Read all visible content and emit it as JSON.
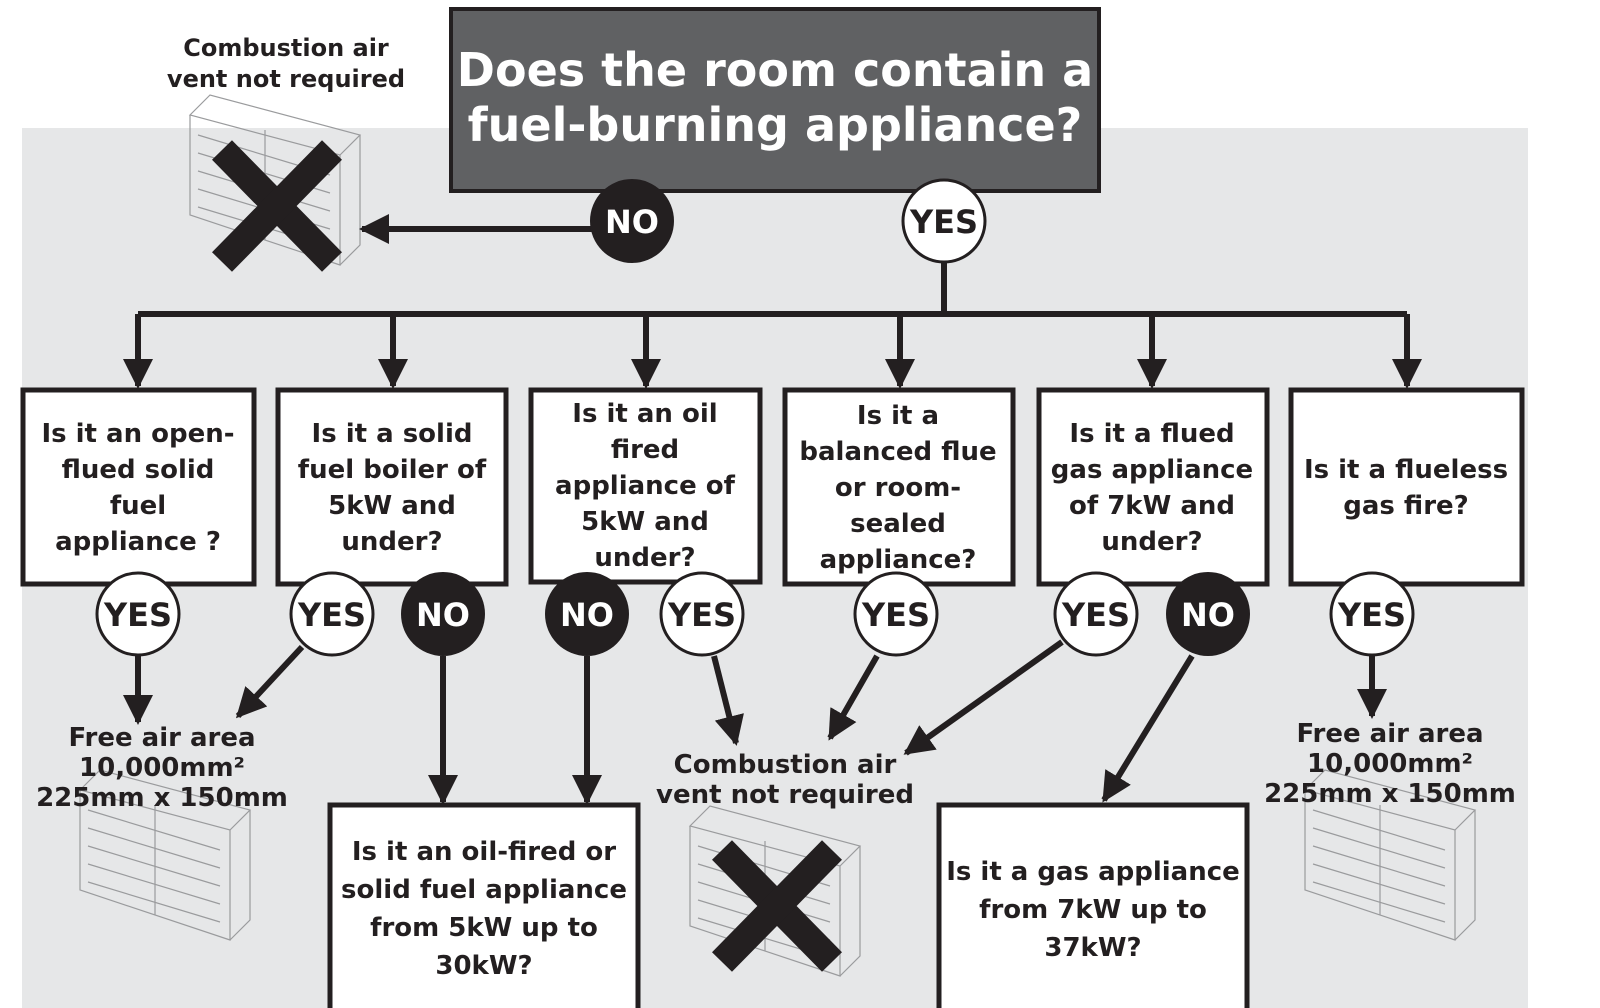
{
  "question": {
    "lines": [
      "Does the room contain a",
      "fuel-burning appliance?"
    ]
  },
  "top_no": {
    "label": "NO"
  },
  "top_yes": {
    "label": "YES"
  },
  "top_outcome": {
    "lines": [
      "Combustion air",
      "vent not required"
    ]
  },
  "questions": [
    {
      "lines": [
        "Is it an open-",
        "flued solid",
        "fuel",
        "appliance ?"
      ]
    },
    {
      "lines": [
        "Is it a solid",
        "fuel boiler of",
        "5kW and",
        "under?"
      ]
    },
    {
      "lines": [
        "Is it an oil",
        "fired",
        "appliance of",
        "5kW and",
        "under?"
      ]
    },
    {
      "lines": [
        "Is it a",
        "balanced flue",
        "or room-",
        "sealed",
        "appliance?"
      ]
    },
    {
      "lines": [
        "Is it a flued",
        "gas appliance",
        "of 7kW and",
        "under?"
      ]
    },
    {
      "lines": [
        "Is it a flueless",
        "gas fire?"
      ]
    }
  ],
  "answers": [
    {
      "label": "YES",
      "kind": "yes"
    },
    {
      "label": "YES",
      "kind": "yes"
    },
    {
      "label": "NO",
      "kind": "no"
    },
    {
      "label": "NO",
      "kind": "no"
    },
    {
      "label": "YES",
      "kind": "yes"
    },
    {
      "label": "YES",
      "kind": "yes"
    },
    {
      "label": "YES",
      "kind": "yes"
    },
    {
      "label": "NO",
      "kind": "no"
    },
    {
      "label": "YES",
      "kind": "yes"
    }
  ],
  "outcomes": {
    "free_air_left": {
      "lines": [
        "Free air area",
        "10,000mm²",
        "225mm x 150mm"
      ]
    },
    "free_air_right": {
      "lines": [
        "Free air area",
        "10,000mm²",
        "225mm x 150mm"
      ]
    },
    "vent_not_required_mid": {
      "lines": [
        "Combustion air",
        "vent not required"
      ]
    },
    "oil_solid_question": {
      "lines": [
        "Is it an oil-fired or",
        "solid fuel appliance",
        "from 5kW up to",
        "30kW?"
      ]
    },
    "gas_question": {
      "lines": [
        "Is it a gas appliance",
        "from 7kW up to",
        "37kW?"
      ]
    }
  },
  "colors": {
    "panel": "#e6e7e8",
    "title_box": "#606163",
    "ink": "#231f20",
    "white": "#ffffff",
    "sketch": "#b8b9bb"
  }
}
